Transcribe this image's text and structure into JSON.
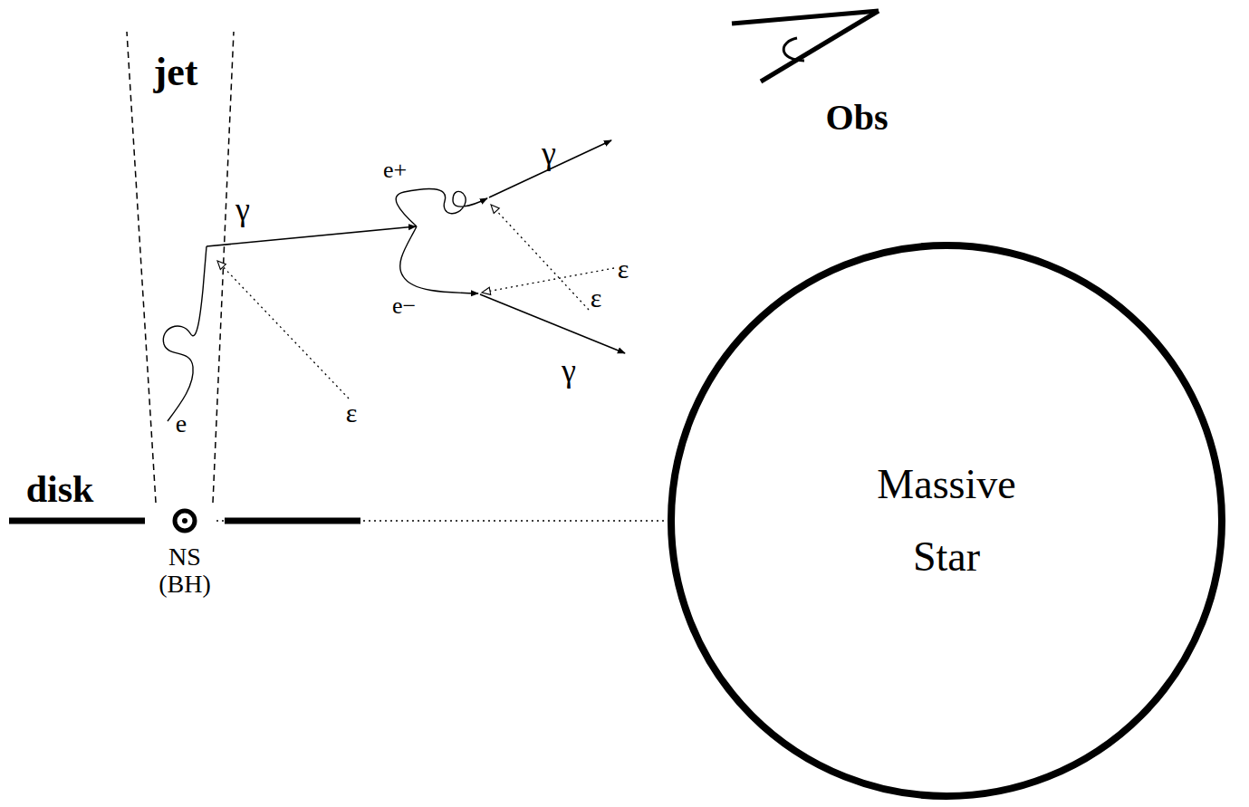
{
  "diagram": {
    "nodes": [
      {
        "text": [
          "NS (BH)"
        ]
      },
      {
        "text": [
          "Massive Star"
        ]
      }
    ],
    "edges": [
      {
        "from": 0,
        "to": 1,
        "arrow": "none"
      }
    ],
    "labels": [
      "jet",
      "Obs",
      "γ",
      "e+",
      "γ",
      "ε",
      "ε",
      "e−",
      "γ",
      "ε",
      "e",
      "disk"
    ]
  }
}
